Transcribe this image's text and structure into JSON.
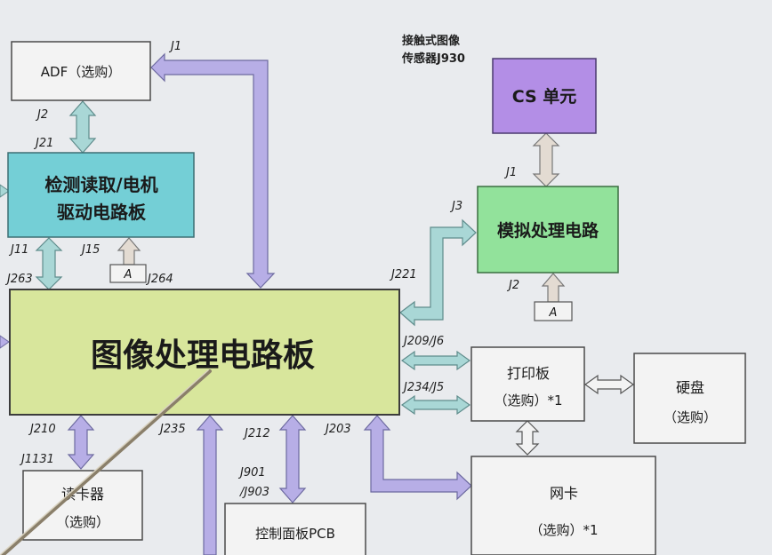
{
  "colors": {
    "background": "#e9ebee",
    "arrow_purple": "#b7aee6",
    "arrow_teal": "#a9d7d6",
    "arrow_tan": "#e3dbd2",
    "box_cyan": "#74cfd6",
    "box_green": "#92e29b",
    "box_violet": "#b38ee6",
    "box_yellow": "#d8e69c",
    "box_plain": "#f3f3f3"
  },
  "boxes": {
    "adf": "ADF（选购）",
    "sensor_drive": [
      "检测读取/电机",
      "驱动电路板"
    ],
    "image_board": "图像处理电路板",
    "cs_unit": "CS 单元",
    "cs_caption": [
      "接触式图像",
      "传感器J930"
    ],
    "analog": "模拟处理电路",
    "printer_board": [
      "打印板",
      "（选购）*1"
    ],
    "hdd": [
      "硬盘",
      "（选购）"
    ],
    "nic": [
      "网卡",
      "（选购）*1"
    ],
    "reader": [
      "读卡器",
      "（选购）"
    ],
    "panel": "控制面板PCB",
    "a_label": "A"
  },
  "connectors": {
    "j1_top": "J1",
    "j2_adf": "J2",
    "j21": "J21",
    "j11": "J11",
    "j15": "J15",
    "j263": "J263",
    "j264": "J264",
    "j221": "J221",
    "j3": "J3",
    "j1_cs": "J1",
    "j2_analog": "J2",
    "j209": "J209/J6",
    "j234": "J234/J5",
    "j210": "J210",
    "j1131": "J1131",
    "j235": "J235",
    "j212": "J212",
    "j203": "J203",
    "j901": "J901",
    "j903": "/J903"
  }
}
